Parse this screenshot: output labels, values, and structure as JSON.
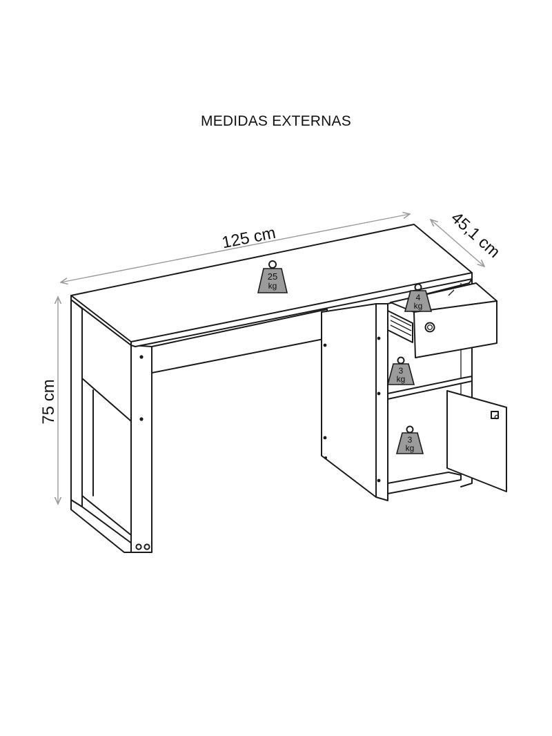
{
  "title": "MEDIDAS EXTERNAS",
  "dimensions": {
    "width": "125 cm",
    "depth": "45,1 cm",
    "height": "75 cm"
  },
  "weights": [
    {
      "id": "top",
      "num": "25",
      "unit": "kg"
    },
    {
      "id": "drawer",
      "num": "4",
      "unit": "kg"
    },
    {
      "id": "shelf",
      "num": "3",
      "unit": "kg"
    },
    {
      "id": "cabinet",
      "num": "3",
      "unit": "kg"
    }
  ],
  "colors": {
    "line": "#1a1a1a",
    "dimension": "#9a9a9a",
    "weight_fill": "#9b9b9b"
  }
}
